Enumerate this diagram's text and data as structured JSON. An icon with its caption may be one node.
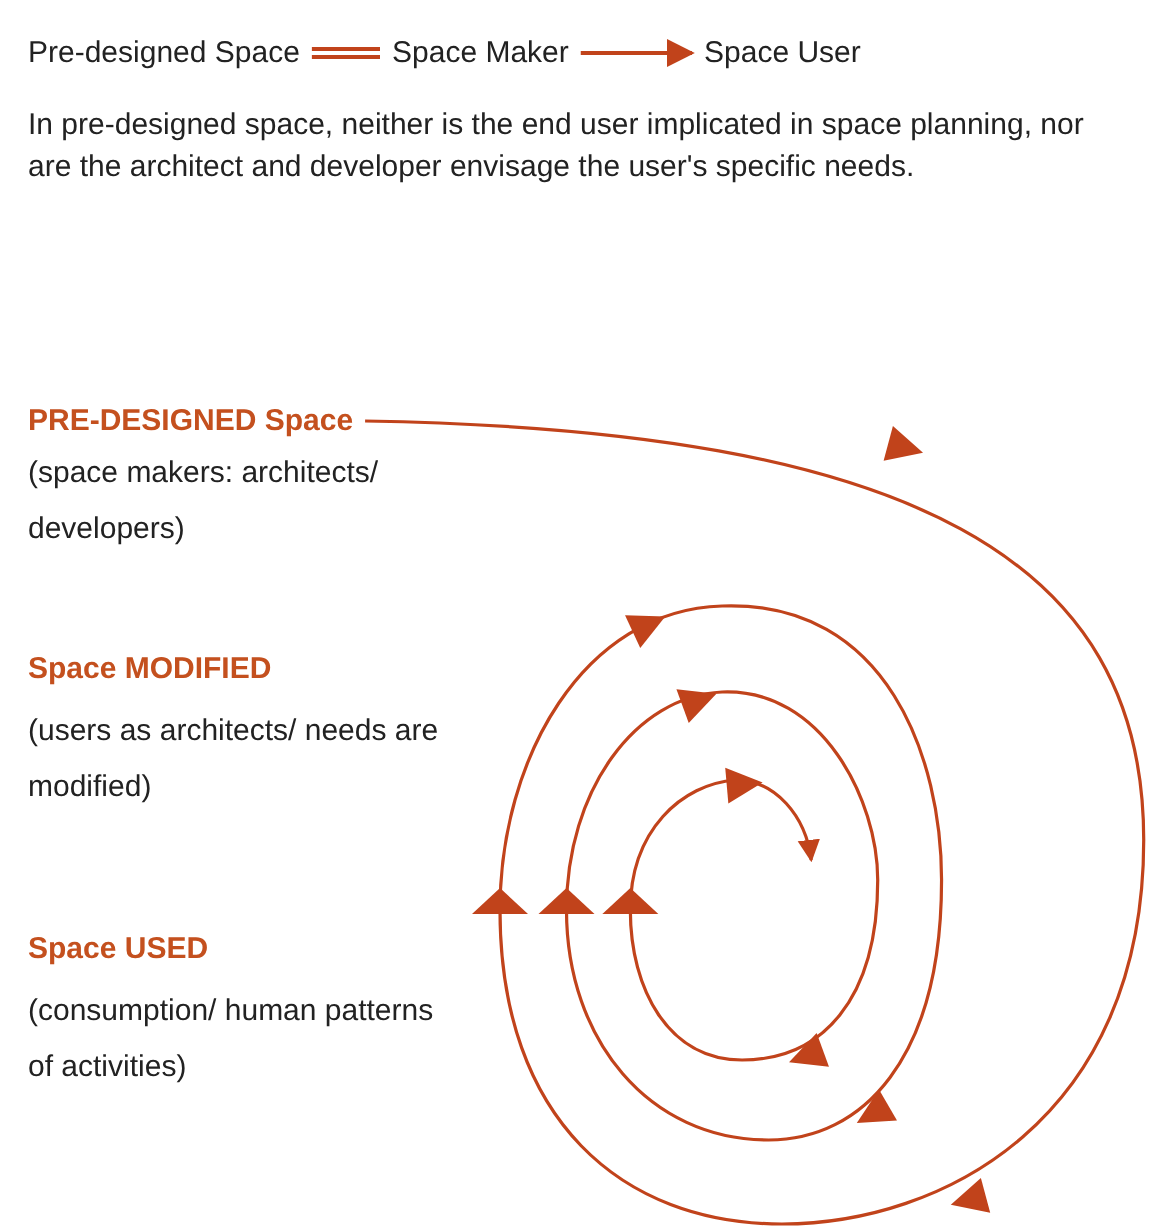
{
  "diagram": {
    "nodes": [
      {
        "text": [
          "Pre-designed Space"
        ]
      },
      {
        "text": [
          "Space Maker"
        ]
      },
      {
        "text": [
          "Space User"
        ]
      },
      {
        "text": [
          "PRE-DESIGNED Space",
          "(space makers: architects/ developers)"
        ]
      }
    ],
    "edges": [
      {
        "from": 0,
        "to": 1,
        "arrow": "none"
      },
      {
        "from": 1,
        "to": 2,
        "arrow": "to"
      },
      {
        "from": 3,
        "to": null,
        "arrow": "to"
      }
    ],
    "labels": [
      "In pre-designed space, neither is the end user implicated in space planning, nor are the architect and developer envisage the user's specific needs.",
      "Space MODIFIED",
      "(users as architects/ needs are modified)",
      "Space USED",
      "(consumption/ human patterns of activities)"
    ]
  }
}
